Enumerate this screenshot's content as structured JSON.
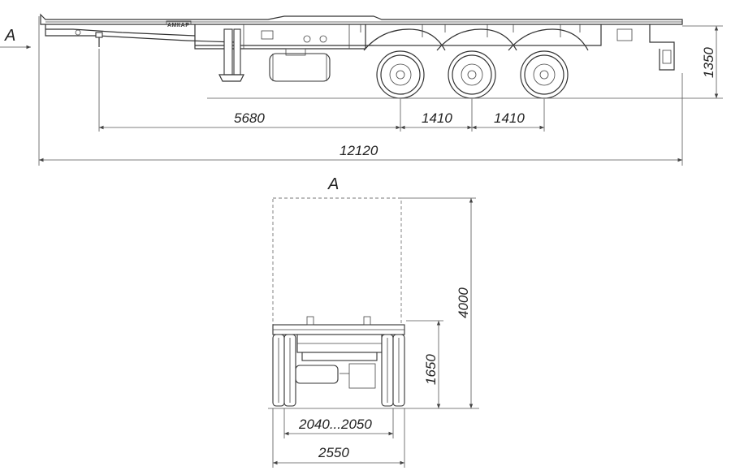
{
  "views": {
    "side_view_marker": "A",
    "front_view_title": "A"
  },
  "brand_plate": "АМКАР",
  "dimensions": {
    "overall_length": "12120",
    "kingpin_to_first_axle": "5680",
    "axle_spacing_1": "1410",
    "axle_spacing_2": "1410",
    "platform_height": "1350",
    "overall_width": "2550",
    "track_width": "2040...2050",
    "frame_height": "1650",
    "container_height": "4000"
  },
  "colors": {
    "line": "#333333",
    "background": "#ffffff"
  }
}
